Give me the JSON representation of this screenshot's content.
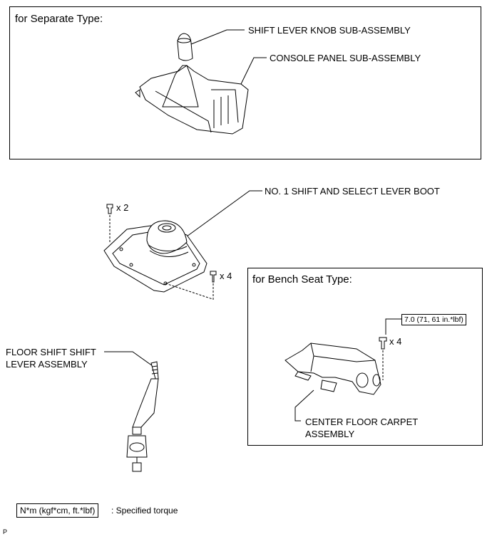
{
  "separate_type": {
    "title": "for Separate Type:",
    "shift_lever_knob": "SHIFT LEVER KNOB SUB-ASSEMBLY",
    "console_panel": "CONSOLE PANEL SUB-ASSEMBLY"
  },
  "boot": {
    "label": "NO. 1 SHIFT AND SELECT LEVER BOOT",
    "clip_qty": "x 2",
    "screw_qty": "x 4"
  },
  "bench_seat_type": {
    "title": "for Bench Seat Type:",
    "torque": "7.0 (71, 61 in.*lbf)",
    "bolt_qty": "x 4",
    "center_floor_carpet_line1": "CENTER FLOOR CARPET",
    "center_floor_carpet_line2": "ASSEMBLY"
  },
  "floor_shift": {
    "label_line1": "FLOOR SHIFT SHIFT",
    "label_line2": "LEVER ASSEMBLY"
  },
  "legend": {
    "unit": "N*m (kgf*cm, ft.*lbf)",
    "description": ": Specified torque"
  },
  "footer": {
    "mark": "P"
  }
}
